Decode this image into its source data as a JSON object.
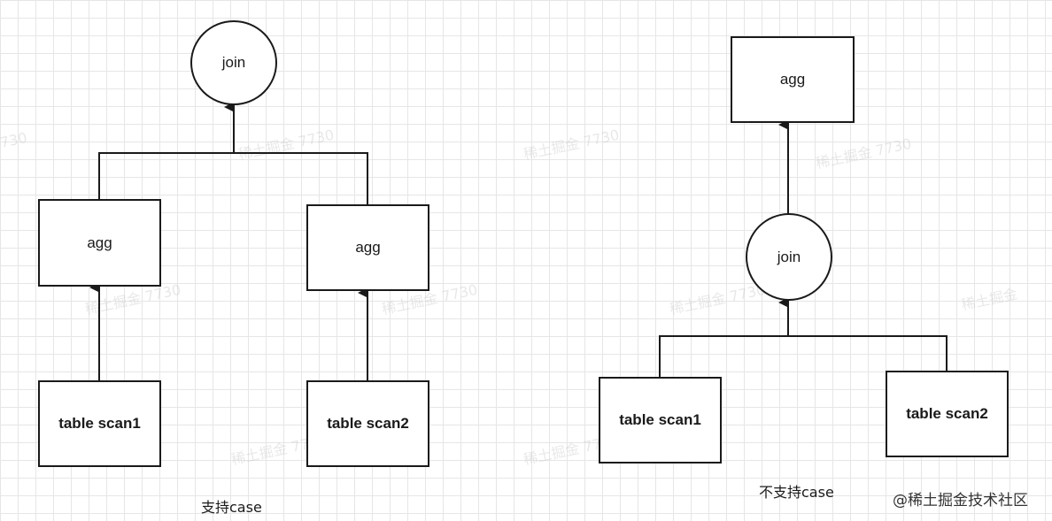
{
  "left_diagram": {
    "join_label": "join",
    "agg1_label": "agg",
    "agg2_label": "agg",
    "scan1_label": "table scan1",
    "scan2_label": "table scan2",
    "caption": "支持case"
  },
  "right_diagram": {
    "agg_label": "agg",
    "join_label": "join",
    "scan1_label": "table scan1",
    "scan2_label": "table scan2",
    "caption": "不支持case"
  },
  "watermark_text": "稀土掘金 7730",
  "credit": "@稀土掘金技术社区",
  "colors": {
    "stroke": "#1a1a1a",
    "grid": "#e6e6e6"
  }
}
